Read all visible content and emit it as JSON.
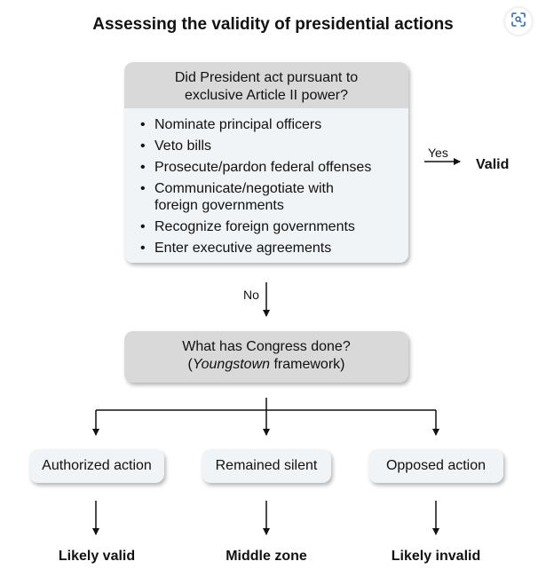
{
  "title": "Assessing the validity of presidential actions",
  "question1": {
    "header_line1": "Did President act pursuant to",
    "header_line2": "exclusive Article II power?",
    "bullets": [
      "Nominate principal officers",
      "Veto bills",
      "Prosecute/pardon federal offenses",
      "Communicate/negotiate with foreign governments",
      "Recognize foreign governments",
      "Enter executive agreements"
    ]
  },
  "yes_label": "Yes",
  "yes_result": "Valid",
  "no_label": "No",
  "question2": {
    "line1": "What has Congress done?",
    "line2_italic": "Youngstown",
    "line2_rest": " framework)",
    "line2_open": "("
  },
  "branches": [
    {
      "box": "Authorized action",
      "result": "Likely valid"
    },
    {
      "box": "Remained silent",
      "result": "Middle zone"
    },
    {
      "box": "Opposed action",
      "result": "Likely invalid"
    }
  ],
  "colors": {
    "header_gray": "#d9d9d9",
    "body_light": "#f1f4f7",
    "accent_icon": "#2b6cb0"
  },
  "icons": {
    "scan": "scan-icon"
  }
}
